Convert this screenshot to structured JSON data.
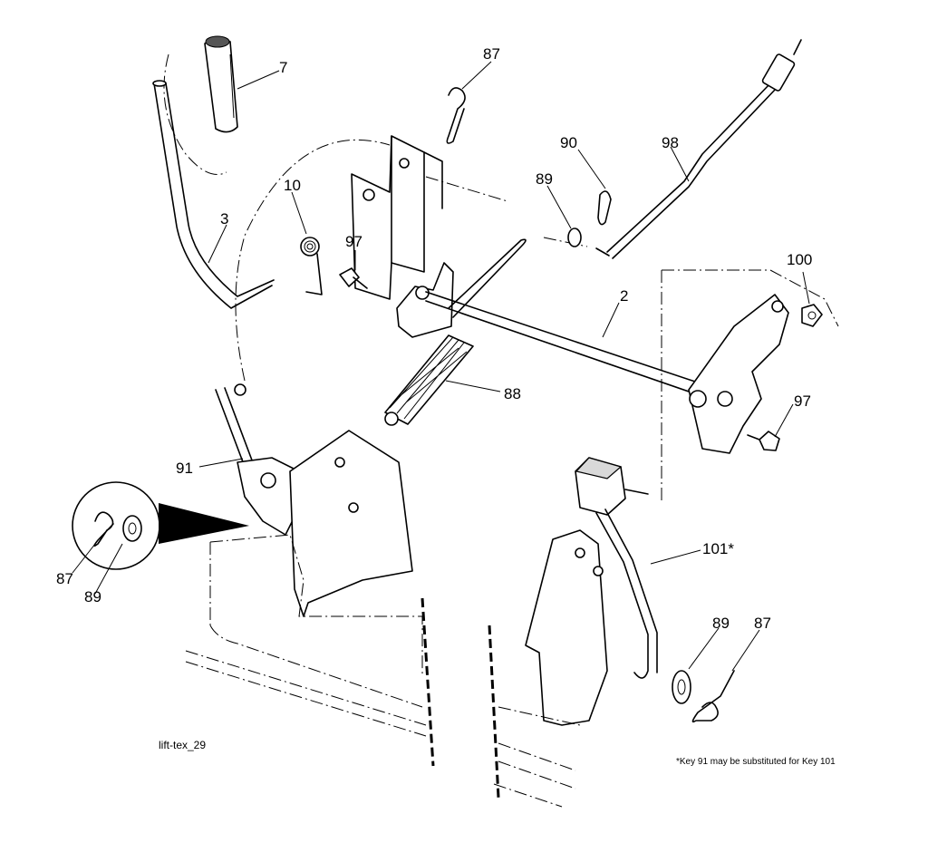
{
  "diagram": {
    "callouts": [
      {
        "id": "c7",
        "text": "7"
      },
      {
        "id": "c87a",
        "text": "87"
      },
      {
        "id": "c90",
        "text": "90"
      },
      {
        "id": "c98",
        "text": "98"
      },
      {
        "id": "c89a",
        "text": "89"
      },
      {
        "id": "c10",
        "text": "10"
      },
      {
        "id": "c3",
        "text": "3"
      },
      {
        "id": "c97a",
        "text": "97"
      },
      {
        "id": "c100",
        "text": "100"
      },
      {
        "id": "c2",
        "text": "2"
      },
      {
        "id": "c88",
        "text": "88"
      },
      {
        "id": "c97b",
        "text": "97"
      },
      {
        "id": "c91",
        "text": "91"
      },
      {
        "id": "c87b",
        "text": "87"
      },
      {
        "id": "c89b",
        "text": "89"
      },
      {
        "id": "c101",
        "text": "101*"
      },
      {
        "id": "c89c",
        "text": "89"
      },
      {
        "id": "c87c",
        "text": "87"
      }
    ],
    "drawing_id": "lift-tex_29",
    "footnote": "*Key 91 may be substituted for Key 101"
  }
}
